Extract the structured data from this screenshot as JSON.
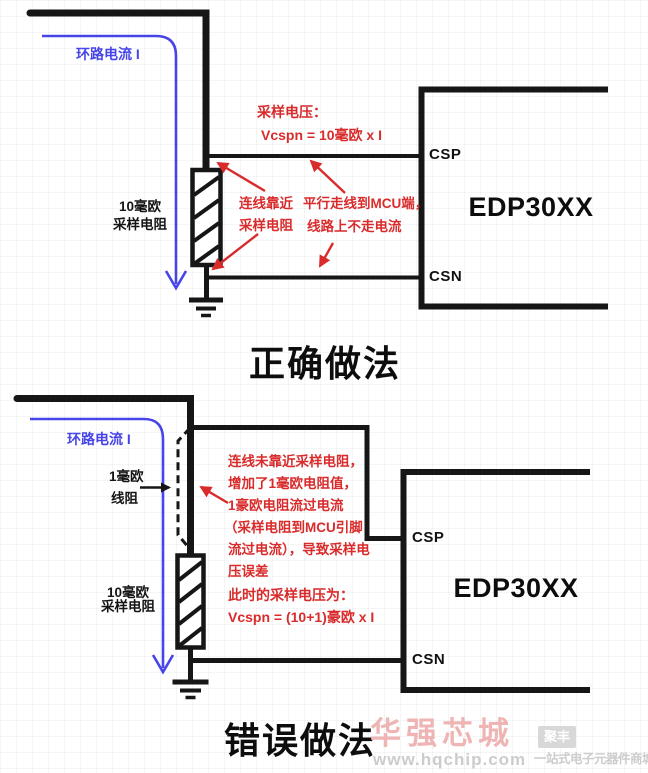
{
  "colors": {
    "line": "#161616",
    "loop_blue": "#4745e8",
    "note_red": "#d92b2b",
    "watermark_pink": "#efb5b5",
    "watermark_gray": "#cccccc",
    "badge_gray": "#d8d8d8"
  },
  "correct": {
    "title": "正确做法",
    "loop_label": "环路电流 I",
    "voltage_note": [
      "采样电压：",
      "Vcspn = 10毫欧 x I"
    ],
    "resistor_label": [
      "10毫欧",
      "采样电阻"
    ],
    "near_note": [
      "连线靠近",
      "采样电阻"
    ],
    "parallel_note": [
      "平行走线到MCU端，",
      "线路上不走电流"
    ],
    "chip": "EDP30XX",
    "pin_csp": "CSP",
    "pin_csn": "CSN"
  },
  "wrong": {
    "title": "错误做法",
    "loop_label": "环路电流 I",
    "trace_label": [
      "1毫欧",
      "线阻"
    ],
    "resistor_label": [
      "10毫欧",
      "采样电阻"
    ],
    "error_note": [
      "连线未靠近采样电阻，",
      "增加了1毫欧电阻值，",
      "1豪欧电阻流过电流",
      "（采样电阻到MCU引脚",
      "流过电流），导致采样电",
      "压误差"
    ],
    "voltage_note": [
      "此时的采样电压为：",
      "Vcspn = (10+1)豪欧 x I"
    ],
    "chip": "EDP30XX",
    "pin_csp": "CSP",
    "pin_csn": "CSN"
  },
  "watermark": {
    "brand": "华强芯城",
    "url": "www.hqchip.com",
    "badge": "聚丰",
    "slogan": "一站式电子元器件商城"
  }
}
